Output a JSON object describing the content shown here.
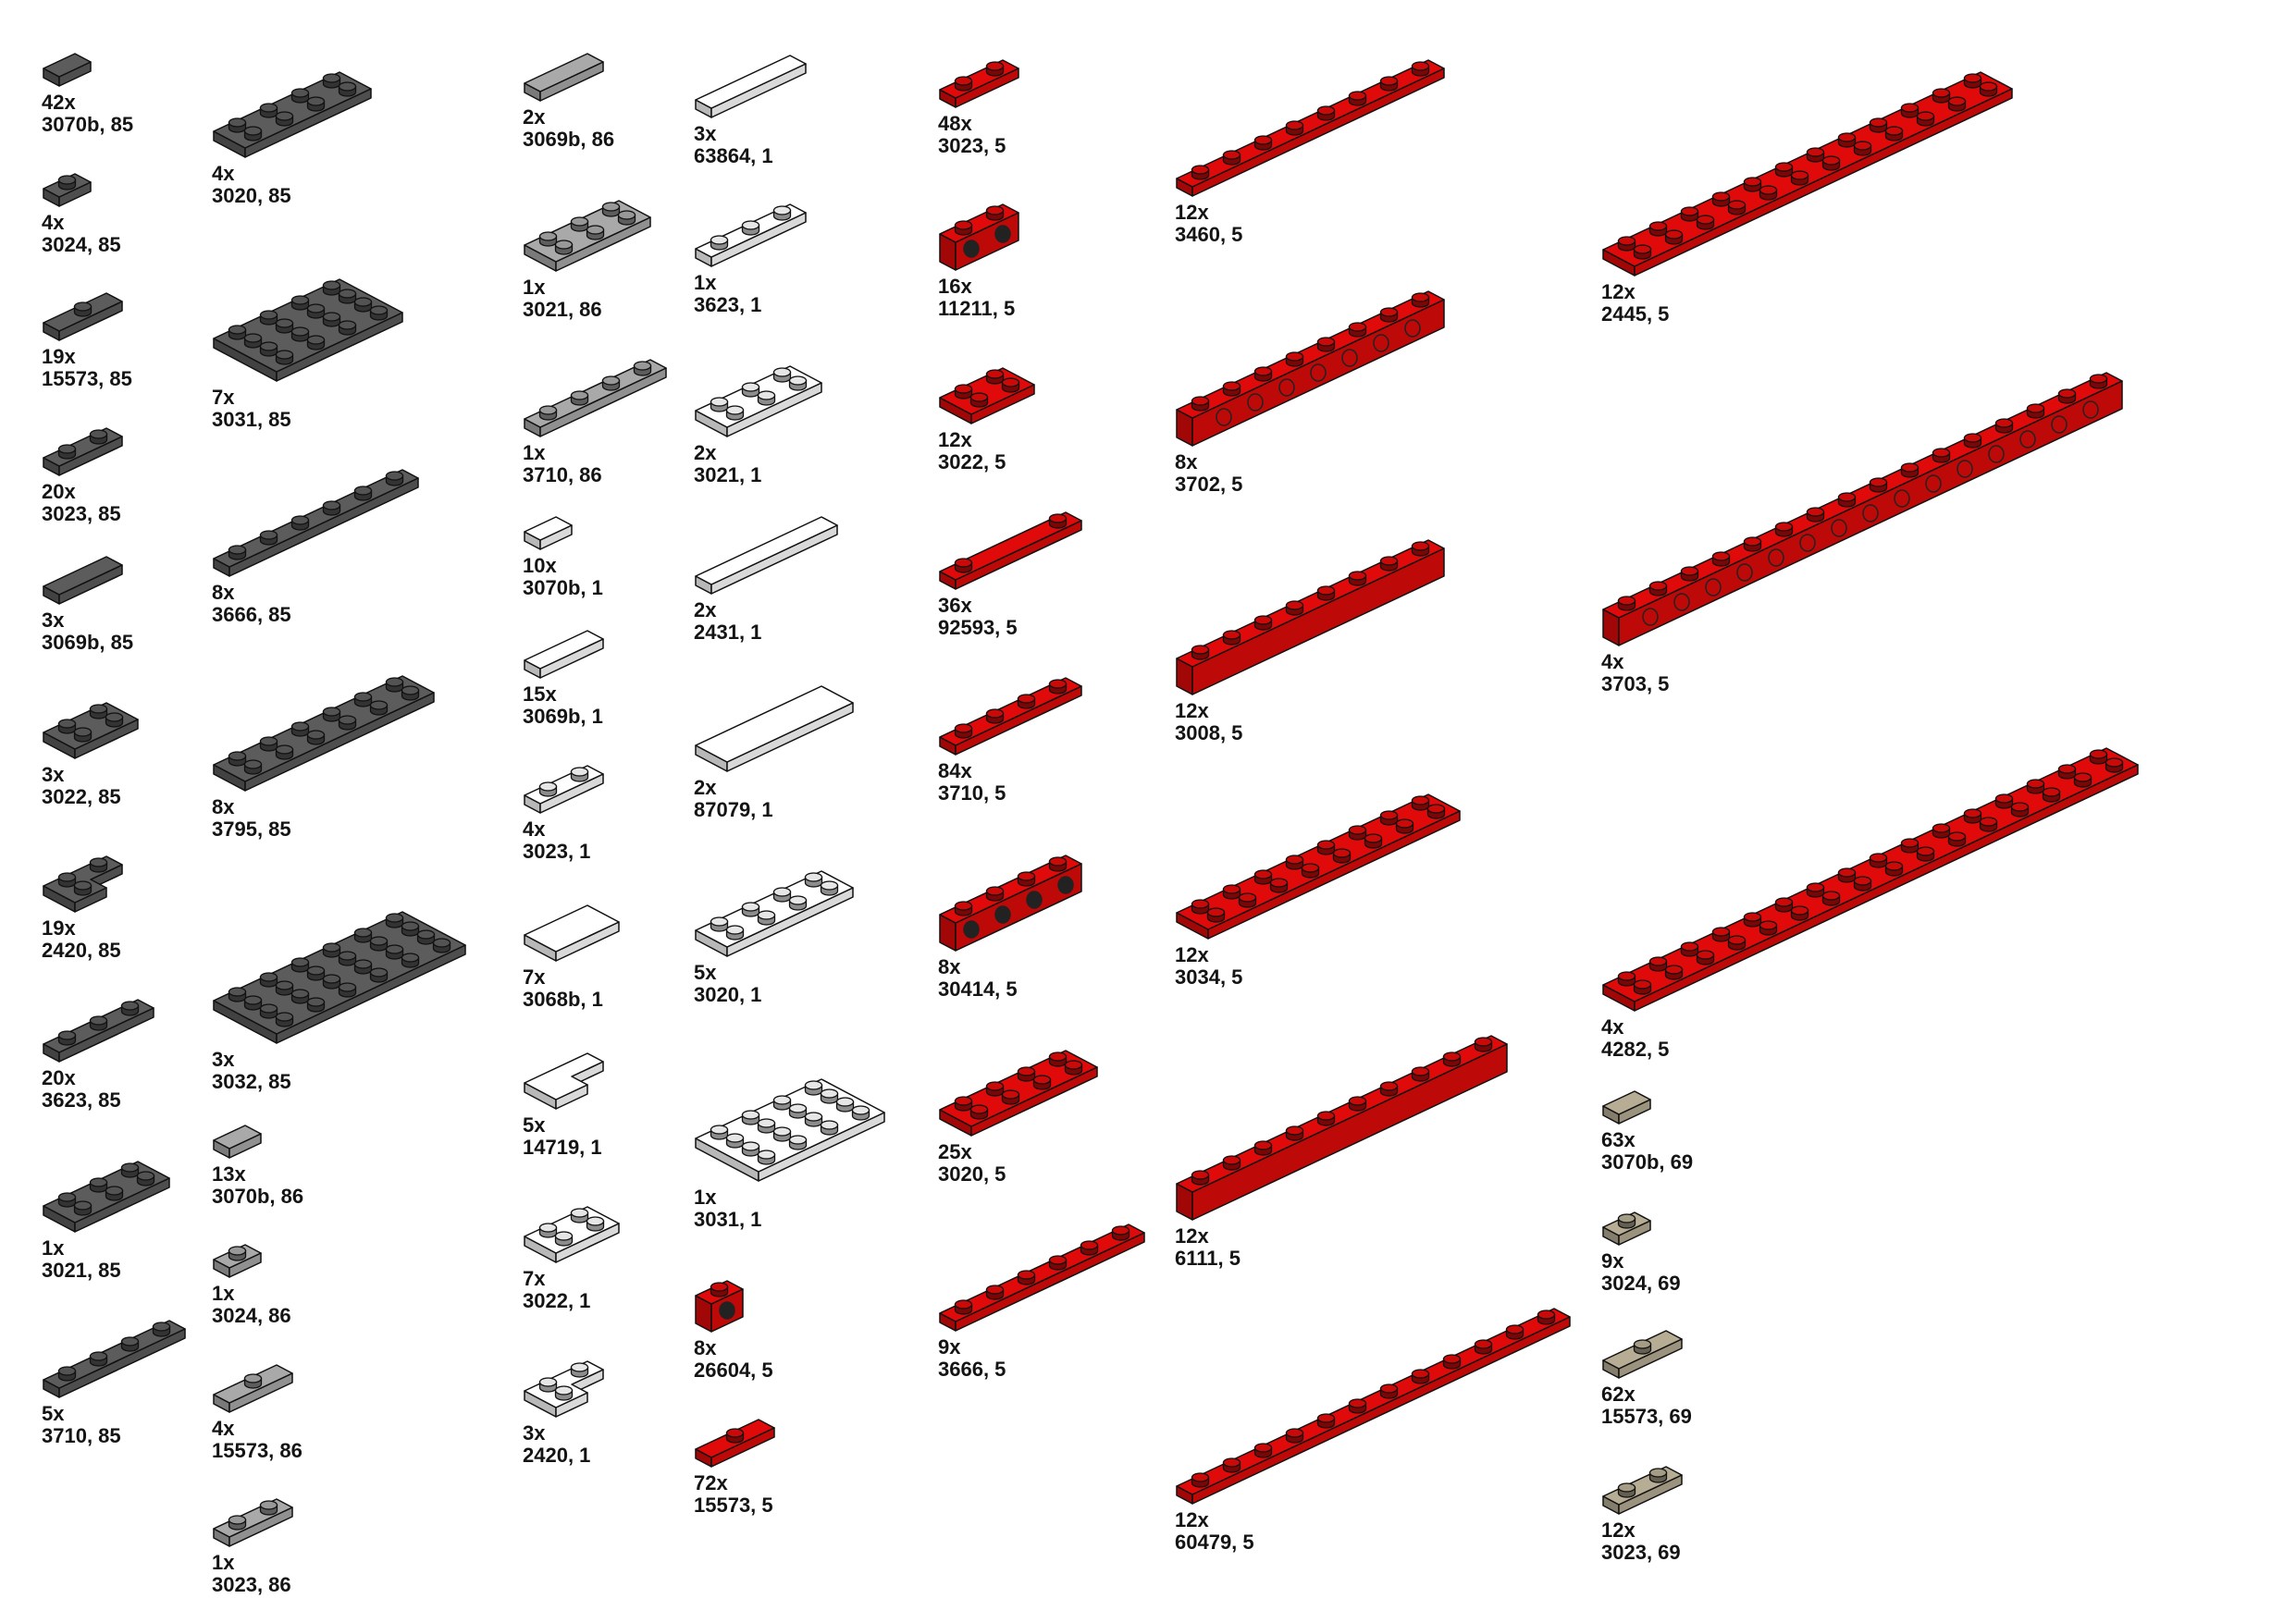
{
  "colors": {
    "85": "#5c5c5c",
    "86": "#a9a9a9",
    "1": "#ffffff",
    "5": "#e00a0a",
    "69": "#b7ad94"
  },
  "items": [
    {
      "qty": "42x",
      "part": "3070b, 85"
    },
    {
      "qty": "4x",
      "part": "3024, 85"
    },
    {
      "qty": "19x",
      "part": "15573, 85"
    },
    {
      "qty": "20x",
      "part": "3023, 85"
    },
    {
      "qty": "3x",
      "part": "3069b, 85"
    },
    {
      "qty": "3x",
      "part": "3022, 85"
    },
    {
      "qty": "19x",
      "part": "2420, 85"
    },
    {
      "qty": "20x",
      "part": "3623, 85"
    },
    {
      "qty": "1x",
      "part": "3021, 85"
    },
    {
      "qty": "5x",
      "part": "3710, 85"
    },
    {
      "qty": "4x",
      "part": "3020, 85"
    },
    {
      "qty": "7x",
      "part": "3031, 85"
    },
    {
      "qty": "8x",
      "part": "3666, 85"
    },
    {
      "qty": "8x",
      "part": "3795, 85"
    },
    {
      "qty": "3x",
      "part": "3032, 85"
    },
    {
      "qty": "13x",
      "part": "3070b, 86"
    },
    {
      "qty": "1x",
      "part": "3024, 86"
    },
    {
      "qty": "4x",
      "part": "15573, 86"
    },
    {
      "qty": "1x",
      "part": "3023, 86"
    },
    {
      "qty": "2x",
      "part": "3069b, 86"
    },
    {
      "qty": "1x",
      "part": "3021, 86"
    },
    {
      "qty": "1x",
      "part": "3710, 86"
    },
    {
      "qty": "10x",
      "part": "3070b, 1"
    },
    {
      "qty": "15x",
      "part": "3069b, 1"
    },
    {
      "qty": "4x",
      "part": "3023, 1"
    },
    {
      "qty": "7x",
      "part": "3068b, 1"
    },
    {
      "qty": "5x",
      "part": "14719, 1"
    },
    {
      "qty": "7x",
      "part": "3022, 1"
    },
    {
      "qty": "3x",
      "part": "2420, 1"
    },
    {
      "qty": "3x",
      "part": "63864, 1"
    },
    {
      "qty": "1x",
      "part": "3623, 1"
    },
    {
      "qty": "2x",
      "part": "3021, 1"
    },
    {
      "qty": "2x",
      "part": "2431, 1"
    },
    {
      "qty": "2x",
      "part": "87079, 1"
    },
    {
      "qty": "5x",
      "part": "3020, 1"
    },
    {
      "qty": "1x",
      "part": "3031, 1"
    },
    {
      "qty": "8x",
      "part": "26604, 5"
    },
    {
      "qty": "72x",
      "part": "15573, 5"
    },
    {
      "qty": "48x",
      "part": "3023, 5"
    },
    {
      "qty": "16x",
      "part": "11211, 5"
    },
    {
      "qty": "12x",
      "part": "3022, 5"
    },
    {
      "qty": "36x",
      "part": "92593, 5"
    },
    {
      "qty": "84x",
      "part": "3710, 5"
    },
    {
      "qty": "8x",
      "part": "30414, 5"
    },
    {
      "qty": "25x",
      "part": "3020, 5"
    },
    {
      "qty": "9x",
      "part": "3666, 5"
    },
    {
      "qty": "12x",
      "part": "3460, 5"
    },
    {
      "qty": "8x",
      "part": "3702, 5"
    },
    {
      "qty": "12x",
      "part": "3008, 5"
    },
    {
      "qty": "12x",
      "part": "3034, 5"
    },
    {
      "qty": "12x",
      "part": "6111, 5"
    },
    {
      "qty": "12x",
      "part": "60479, 5"
    },
    {
      "qty": "12x",
      "part": "2445, 5"
    },
    {
      "qty": "4x",
      "part": "3703, 5"
    },
    {
      "qty": "4x",
      "part": "4282, 5"
    },
    {
      "qty": "63x",
      "part": "3070b, 69"
    },
    {
      "qty": "9x",
      "part": "3024, 69"
    },
    {
      "qty": "62x",
      "part": "15573, 69"
    },
    {
      "qty": "12x",
      "part": "3023, 69"
    }
  ]
}
